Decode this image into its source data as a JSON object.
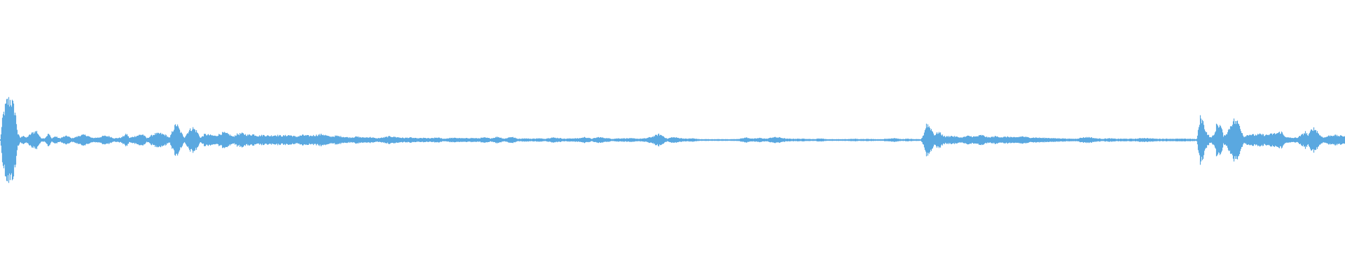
{
  "waveform": {
    "color": "#5aa8e0",
    "background": "#ffffff",
    "envelope": [
      [
        0.0,
        0.0
      ],
      [
        0.002,
        0.6
      ],
      [
        0.005,
        0.95
      ],
      [
        0.008,
        1.0
      ],
      [
        0.011,
        0.7
      ],
      [
        0.013,
        0.15
      ],
      [
        0.015,
        0.05
      ],
      [
        0.017,
        0.12
      ],
      [
        0.019,
        0.05
      ],
      [
        0.024,
        0.18
      ],
      [
        0.027,
        0.22
      ],
      [
        0.03,
        0.05
      ],
      [
        0.033,
        0.04
      ],
      [
        0.036,
        0.16
      ],
      [
        0.038,
        0.04
      ],
      [
        0.041,
        0.09
      ],
      [
        0.044,
        0.04
      ],
      [
        0.048,
        0.09
      ],
      [
        0.05,
        0.1
      ],
      [
        0.053,
        0.04
      ],
      [
        0.057,
        0.08
      ],
      [
        0.06,
        0.12
      ],
      [
        0.064,
        0.12
      ],
      [
        0.068,
        0.05
      ],
      [
        0.073,
        0.06
      ],
      [
        0.077,
        0.1
      ],
      [
        0.081,
        0.09
      ],
      [
        0.085,
        0.04
      ],
      [
        0.09,
        0.06
      ],
      [
        0.094,
        0.15
      ],
      [
        0.096,
        0.05
      ],
      [
        0.099,
        0.08
      ],
      [
        0.103,
        0.12
      ],
      [
        0.106,
        0.14
      ],
      [
        0.109,
        0.04
      ],
      [
        0.112,
        0.1
      ],
      [
        0.115,
        0.15
      ],
      [
        0.119,
        0.16
      ],
      [
        0.123,
        0.12
      ],
      [
        0.126,
        0.05
      ],
      [
        0.128,
        0.22
      ],
      [
        0.131,
        0.4
      ],
      [
        0.134,
        0.2
      ],
      [
        0.137,
        0.06
      ],
      [
        0.14,
        0.22
      ],
      [
        0.143,
        0.3
      ],
      [
        0.146,
        0.22
      ],
      [
        0.149,
        0.05
      ],
      [
        0.152,
        0.14
      ],
      [
        0.156,
        0.12
      ],
      [
        0.16,
        0.1
      ],
      [
        0.163,
        0.14
      ],
      [
        0.166,
        0.18
      ],
      [
        0.17,
        0.14
      ],
      [
        0.173,
        0.08
      ],
      [
        0.176,
        0.14
      ],
      [
        0.18,
        0.16
      ],
      [
        0.184,
        0.12
      ],
      [
        0.188,
        0.14
      ],
      [
        0.192,
        0.1
      ],
      [
        0.196,
        0.12
      ],
      [
        0.2,
        0.1
      ],
      [
        0.205,
        0.12
      ],
      [
        0.21,
        0.1
      ],
      [
        0.215,
        0.12
      ],
      [
        0.22,
        0.08
      ],
      [
        0.225,
        0.12
      ],
      [
        0.23,
        0.1
      ],
      [
        0.235,
        0.12
      ],
      [
        0.24,
        0.14
      ],
      [
        0.245,
        0.08
      ],
      [
        0.25,
        0.1
      ],
      [
        0.255,
        0.08
      ],
      [
        0.26,
        0.06
      ],
      [
        0.265,
        0.08
      ],
      [
        0.27,
        0.06
      ],
      [
        0.275,
        0.07
      ],
      [
        0.28,
        0.04
      ],
      [
        0.285,
        0.06
      ],
      [
        0.29,
        0.09
      ],
      [
        0.295,
        0.07
      ],
      [
        0.3,
        0.05
      ],
      [
        0.305,
        0.06
      ],
      [
        0.31,
        0.04
      ],
      [
        0.315,
        0.05
      ],
      [
        0.32,
        0.04
      ],
      [
        0.325,
        0.06
      ],
      [
        0.33,
        0.03
      ],
      [
        0.335,
        0.05
      ],
      [
        0.34,
        0.05
      ],
      [
        0.345,
        0.04
      ],
      [
        0.35,
        0.05
      ],
      [
        0.355,
        0.04
      ],
      [
        0.36,
        0.06
      ],
      [
        0.365,
        0.04
      ],
      [
        0.37,
        0.08
      ],
      [
        0.375,
        0.03
      ],
      [
        0.38,
        0.08
      ],
      [
        0.385,
        0.03
      ],
      [
        0.39,
        0.04
      ],
      [
        0.395,
        0.03
      ],
      [
        0.4,
        0.04
      ],
      [
        0.405,
        0.03
      ],
      [
        0.41,
        0.06
      ],
      [
        0.415,
        0.05
      ],
      [
        0.42,
        0.03
      ],
      [
        0.425,
        0.04
      ],
      [
        0.43,
        0.04
      ],
      [
        0.435,
        0.07
      ],
      [
        0.44,
        0.03
      ],
      [
        0.445,
        0.07
      ],
      [
        0.45,
        0.05
      ],
      [
        0.455,
        0.03
      ],
      [
        0.46,
        0.04
      ],
      [
        0.465,
        0.04
      ],
      [
        0.47,
        0.04
      ],
      [
        0.475,
        0.03
      ],
      [
        0.48,
        0.04
      ],
      [
        0.485,
        0.08
      ],
      [
        0.49,
        0.14
      ],
      [
        0.493,
        0.1
      ],
      [
        0.496,
        0.03
      ],
      [
        0.5,
        0.07
      ],
      [
        0.505,
        0.05
      ],
      [
        0.51,
        0.03
      ],
      [
        0.515,
        0.04
      ],
      [
        0.52,
        0.02
      ],
      [
        0.525,
        0.02
      ],
      [
        0.53,
        0.02
      ],
      [
        0.535,
        0.02
      ],
      [
        0.54,
        0.02
      ],
      [
        0.545,
        0.02
      ],
      [
        0.55,
        0.03
      ],
      [
        0.555,
        0.06
      ],
      [
        0.56,
        0.03
      ],
      [
        0.565,
        0.05
      ],
      [
        0.57,
        0.03
      ],
      [
        0.575,
        0.07
      ],
      [
        0.58,
        0.06
      ],
      [
        0.585,
        0.03
      ],
      [
        0.59,
        0.03
      ],
      [
        0.595,
        0.03
      ],
      [
        0.6,
        0.03
      ],
      [
        0.605,
        0.02
      ],
      [
        0.61,
        0.04
      ],
      [
        0.615,
        0.02
      ],
      [
        0.62,
        0.02
      ],
      [
        0.625,
        0.02
      ],
      [
        0.63,
        0.02
      ],
      [
        0.635,
        0.03
      ],
      [
        0.64,
        0.02
      ],
      [
        0.645,
        0.03
      ],
      [
        0.65,
        0.02
      ],
      [
        0.655,
        0.02
      ],
      [
        0.66,
        0.03
      ],
      [
        0.665,
        0.05
      ],
      [
        0.67,
        0.02
      ],
      [
        0.675,
        0.03
      ],
      [
        0.68,
        0.02
      ],
      [
        0.685,
        0.02
      ],
      [
        0.687,
        0.15
      ],
      [
        0.689,
        0.4
      ],
      [
        0.692,
        0.3
      ],
      [
        0.695,
        0.12
      ],
      [
        0.698,
        0.2
      ],
      [
        0.7,
        0.14
      ],
      [
        0.703,
        0.08
      ],
      [
        0.707,
        0.1
      ],
      [
        0.711,
        0.08
      ],
      [
        0.715,
        0.06
      ],
      [
        0.72,
        0.1
      ],
      [
        0.725,
        0.08
      ],
      [
        0.73,
        0.12
      ],
      [
        0.735,
        0.06
      ],
      [
        0.74,
        0.09
      ],
      [
        0.745,
        0.07
      ],
      [
        0.75,
        0.08
      ],
      [
        0.755,
        0.06
      ],
      [
        0.76,
        0.09
      ],
      [
        0.765,
        0.06
      ],
      [
        0.77,
        0.06
      ],
      [
        0.775,
        0.05
      ],
      [
        0.78,
        0.05
      ],
      [
        0.785,
        0.04
      ],
      [
        0.79,
        0.04
      ],
      [
        0.795,
        0.03
      ],
      [
        0.8,
        0.03
      ],
      [
        0.805,
        0.06
      ],
      [
        0.81,
        0.07
      ],
      [
        0.815,
        0.04
      ],
      [
        0.82,
        0.03
      ],
      [
        0.825,
        0.04
      ],
      [
        0.83,
        0.03
      ],
      [
        0.835,
        0.03
      ],
      [
        0.84,
        0.03
      ],
      [
        0.845,
        0.03
      ],
      [
        0.85,
        0.05
      ],
      [
        0.855,
        0.04
      ],
      [
        0.86,
        0.03
      ],
      [
        0.865,
        0.03
      ],
      [
        0.87,
        0.03
      ],
      [
        0.875,
        0.03
      ],
      [
        0.88,
        0.03
      ],
      [
        0.885,
        0.03
      ],
      [
        0.89,
        0.02
      ],
      [
        0.891,
        0.2
      ],
      [
        0.893,
        0.6
      ],
      [
        0.895,
        0.4
      ],
      [
        0.897,
        0.2
      ],
      [
        0.9,
        0.06
      ],
      [
        0.903,
        0.12
      ],
      [
        0.905,
        0.4
      ],
      [
        0.908,
        0.34
      ],
      [
        0.91,
        0.08
      ],
      [
        0.913,
        0.2
      ],
      [
        0.917,
        0.48
      ],
      [
        0.921,
        0.42
      ],
      [
        0.925,
        0.08
      ],
      [
        0.929,
        0.14
      ],
      [
        0.933,
        0.12
      ],
      [
        0.937,
        0.14
      ],
      [
        0.941,
        0.12
      ],
      [
        0.945,
        0.14
      ],
      [
        0.949,
        0.16
      ],
      [
        0.953,
        0.2
      ],
      [
        0.955,
        0.1
      ],
      [
        0.958,
        0.06
      ],
      [
        0.961,
        0.05
      ],
      [
        0.965,
        0.06
      ],
      [
        0.968,
        0.12
      ],
      [
        0.971,
        0.2
      ],
      [
        0.973,
        0.1
      ],
      [
        0.976,
        0.3
      ],
      [
        0.979,
        0.24
      ],
      [
        0.982,
        0.1
      ],
      [
        0.985,
        0.06
      ],
      [
        0.988,
        0.1
      ],
      [
        0.992,
        0.12
      ],
      [
        0.996,
        0.1
      ],
      [
        1.0,
        0.1
      ]
    ]
  }
}
